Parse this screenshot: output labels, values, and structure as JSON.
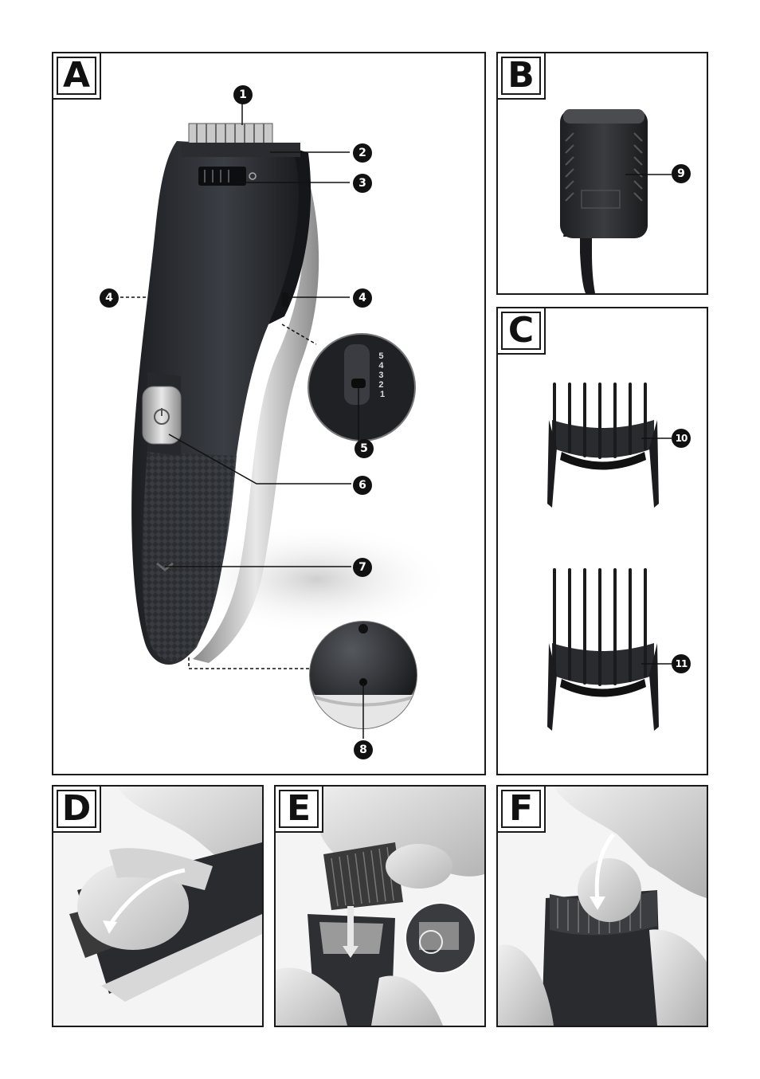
{
  "panels": {
    "a": {
      "label": "A"
    },
    "b": {
      "label": "B"
    },
    "c": {
      "label": "C"
    },
    "d": {
      "label": "D"
    },
    "e": {
      "label": "E"
    },
    "f": {
      "label": "F"
    }
  },
  "callouts": {
    "n1": "1",
    "n2": "2",
    "n3": "3",
    "n4a": "4",
    "n4b": "4",
    "n5": "5",
    "n6": "6",
    "n7": "7",
    "n8": "8",
    "n9": "9",
    "n10": "10",
    "n11": "11"
  },
  "length_scale": [
    "5",
    "4",
    "3",
    "2",
    "1"
  ]
}
